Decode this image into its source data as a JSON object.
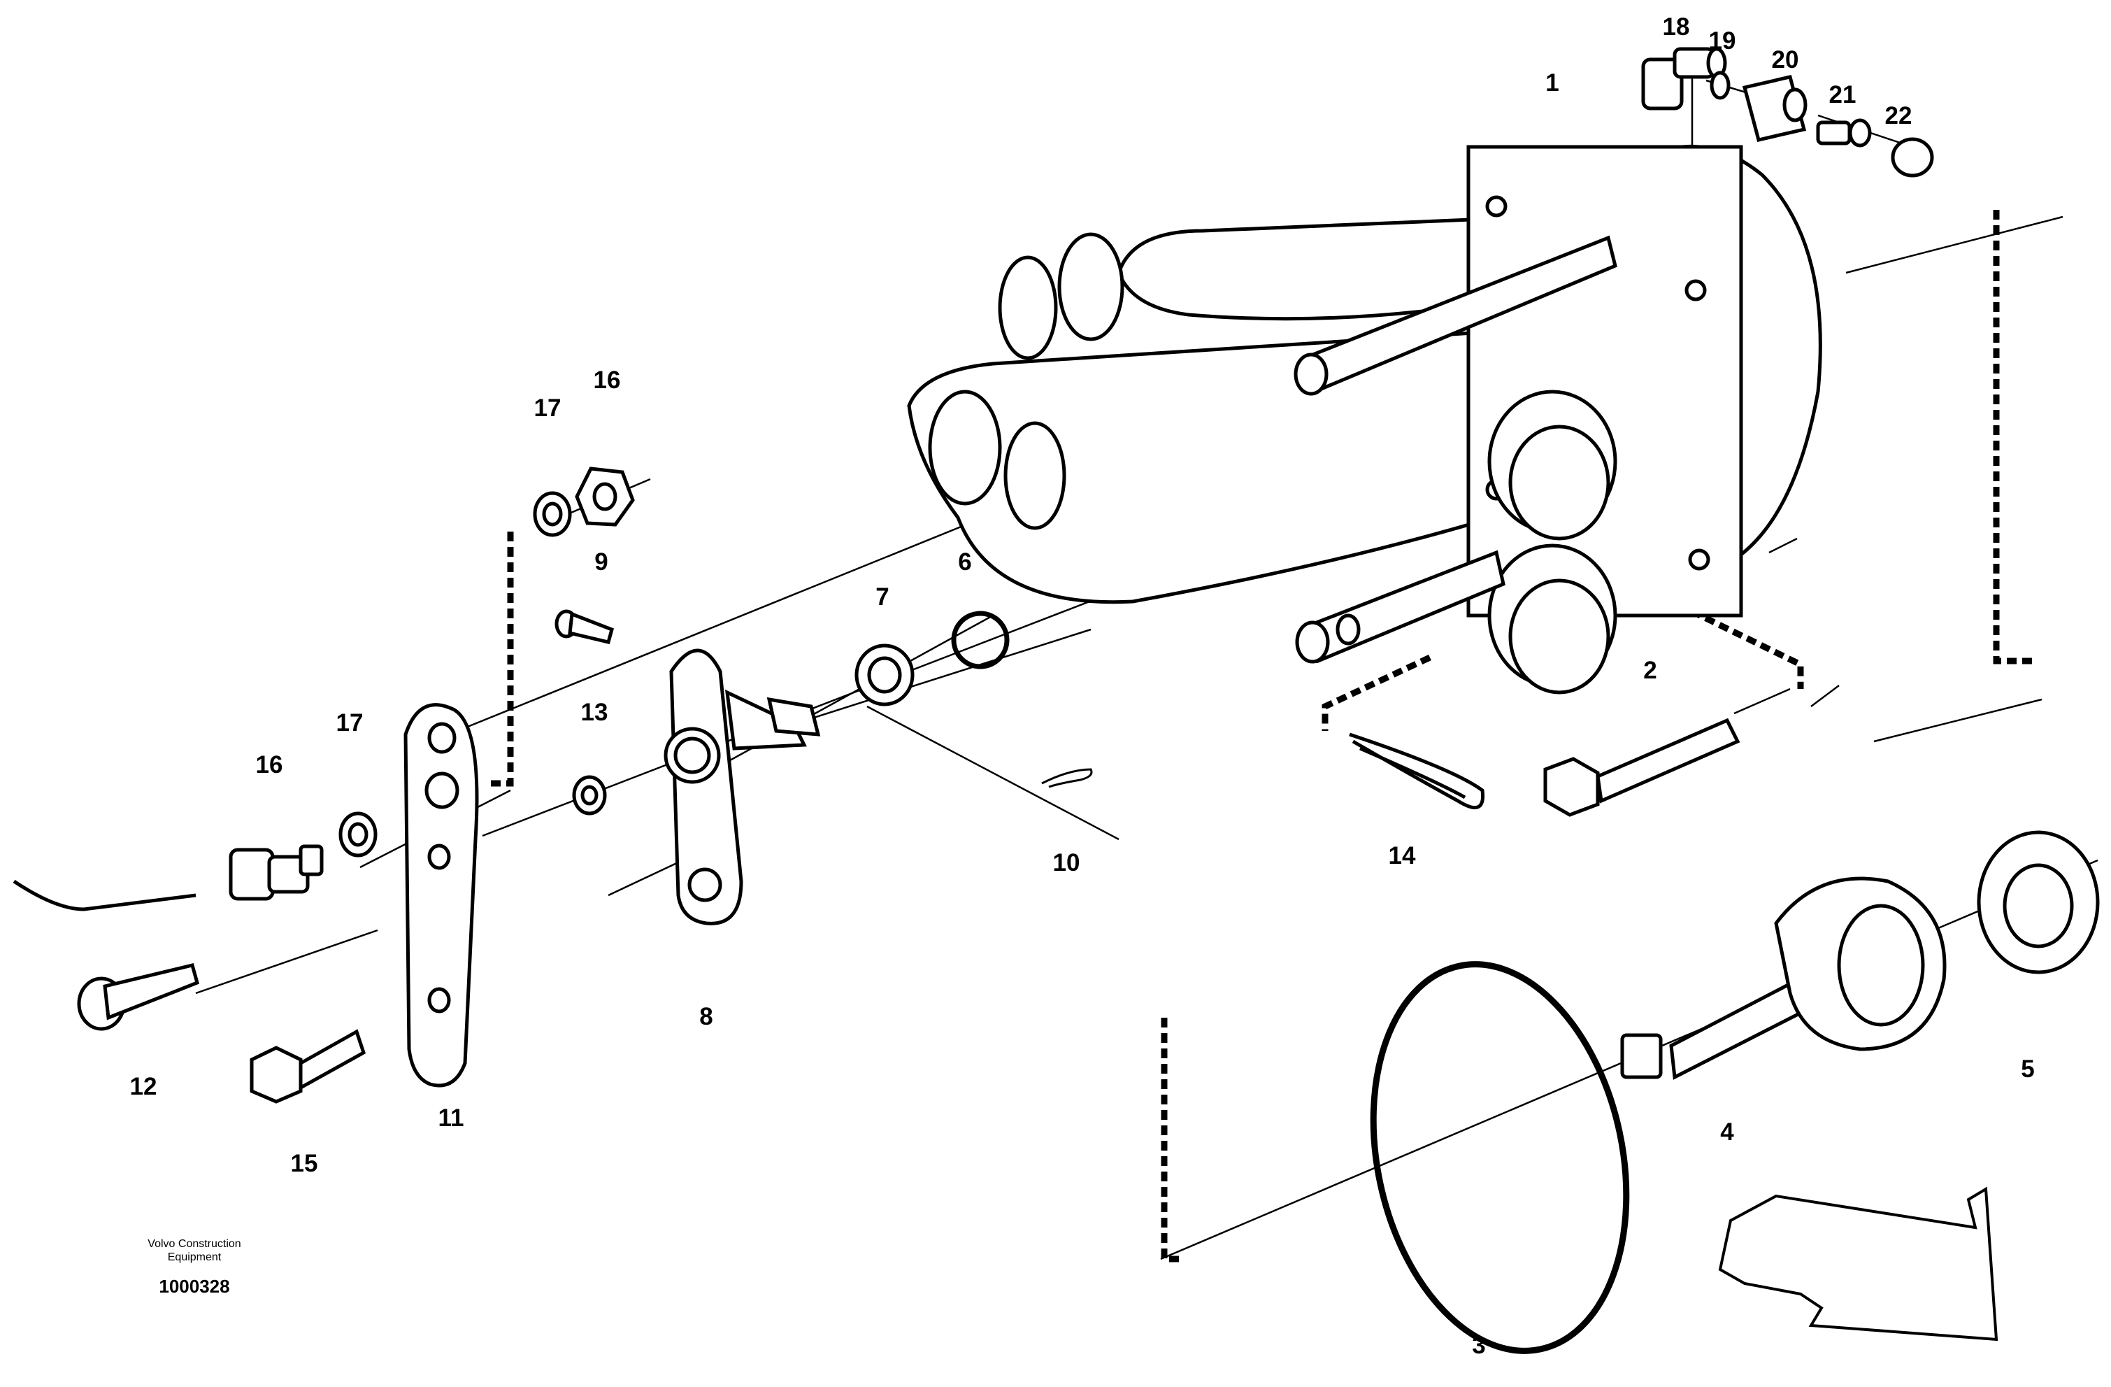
{
  "diagram": {
    "brand_line1": "Volvo Construction",
    "brand_line2": "Equipment",
    "document_number": "1000328",
    "callouts": [
      "1",
      "2",
      "3",
      "4",
      "5",
      "6",
      "7",
      "8",
      "9",
      "10",
      "11",
      "12",
      "13",
      "14",
      "15",
      "16",
      "16",
      "17",
      "17",
      "18",
      "19",
      "20",
      "21",
      "22"
    ]
  }
}
